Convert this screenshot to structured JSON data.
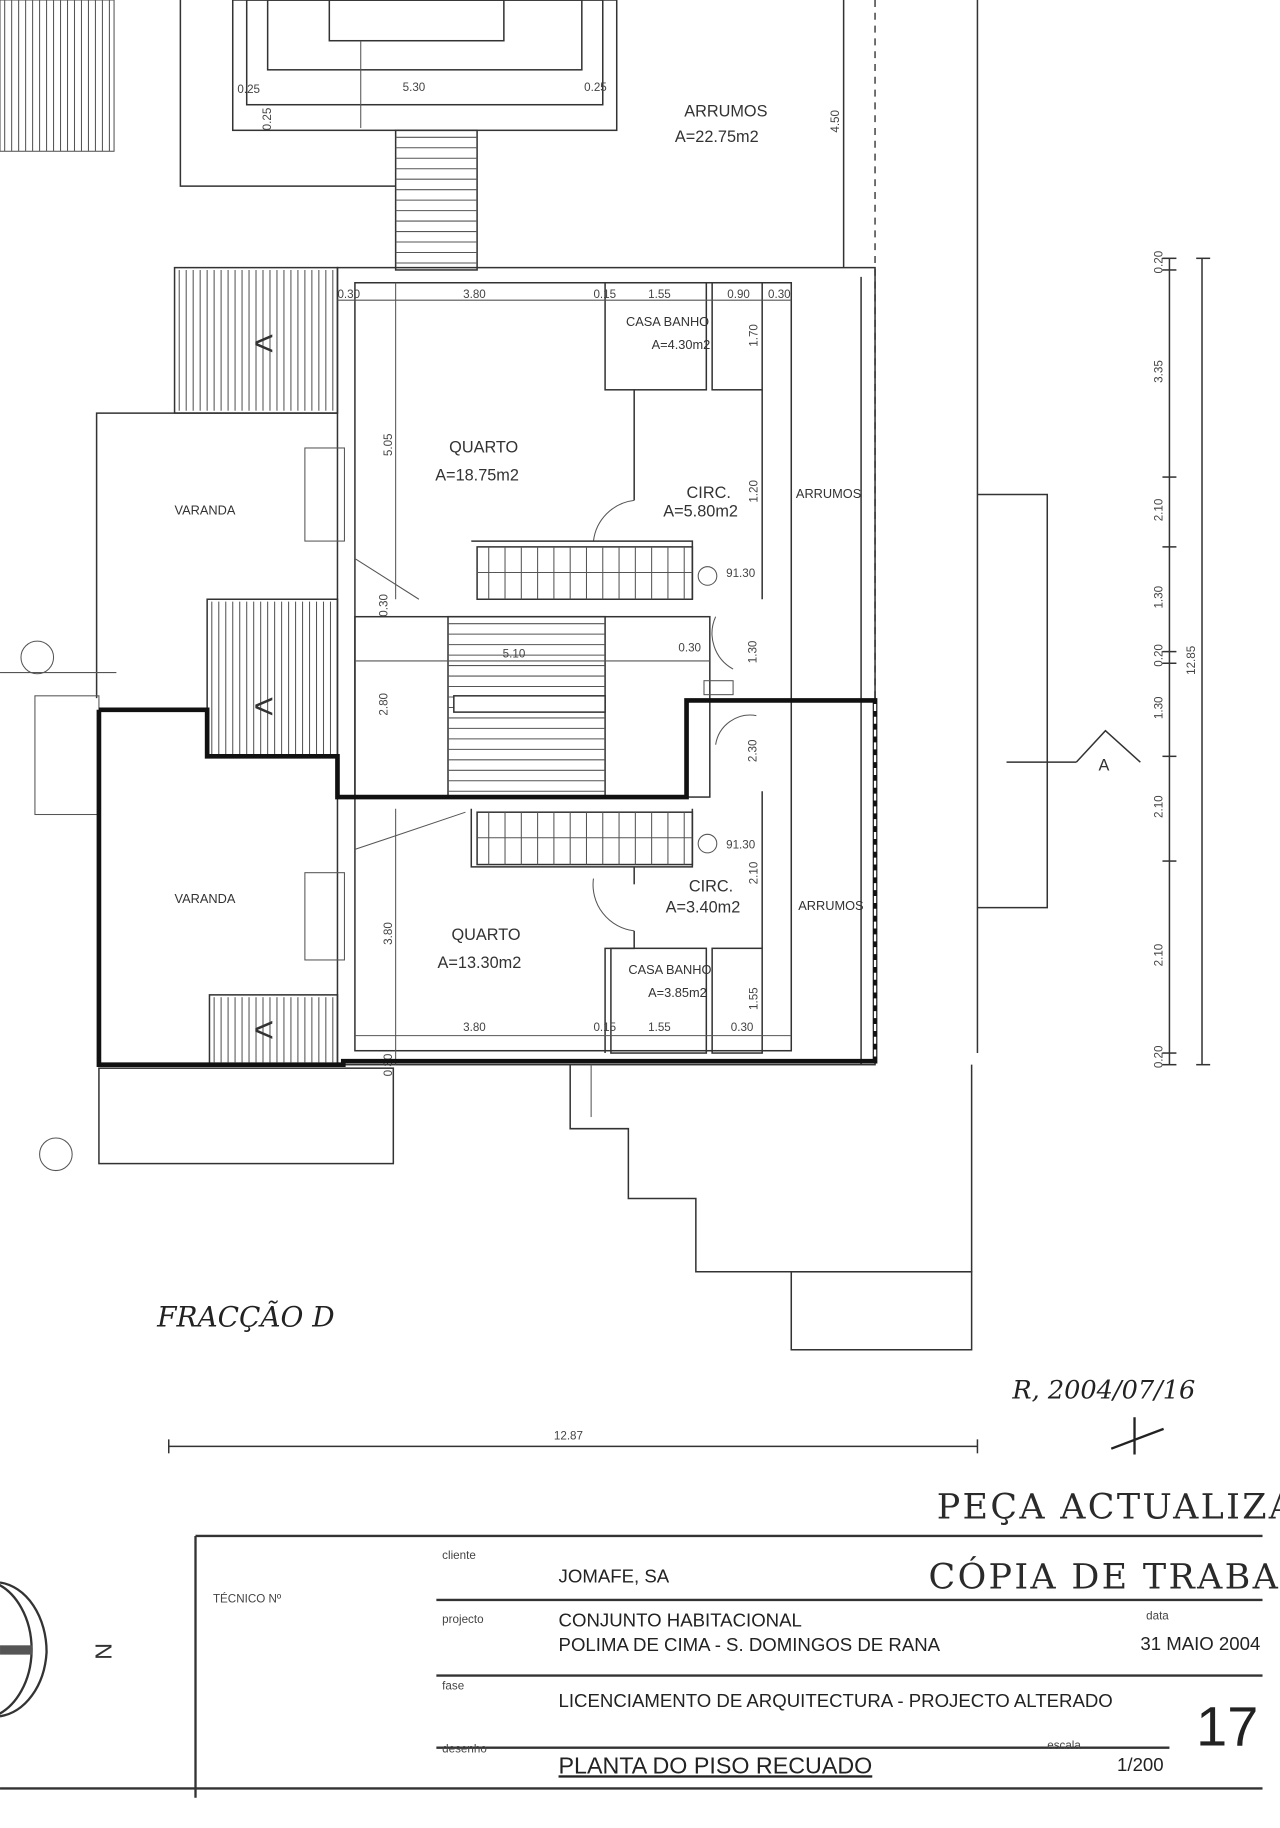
{
  "plan": {
    "rooms": {
      "arrumos_top": {
        "name": "ARRUMOS",
        "area": "A=22.75m2"
      },
      "quarto_1": {
        "name": "QUARTO",
        "area": "A=18.75m2"
      },
      "casa_banho_1": {
        "name": "CASA BANHO",
        "area": "A=4.30m2"
      },
      "circ_1": {
        "name": "CIRC.",
        "area": "A=5.80m2"
      },
      "arrumos_1": {
        "name": "ARRUMOS"
      },
      "varanda_1": {
        "name": "VARANDA"
      },
      "varanda_2": {
        "name": "VARANDA"
      },
      "quarto_2": {
        "name": "QUARTO",
        "area": "A=13.30m2"
      },
      "circ_2": {
        "name": "CIRC.",
        "area": "A=3.40m2"
      },
      "casa_banho_2": {
        "name": "CASA BANHO",
        "area": "A=3.85m2"
      },
      "arrumos_2": {
        "name": "ARRUMOS"
      }
    },
    "dims": {
      "top_left": "0.25",
      "top_mid": "5.30",
      "top_right": "0.25",
      "top_vert": "0.25",
      "arrumos_h": "4.50",
      "u1_a": "0.30",
      "u1_b": "3.80",
      "u1_c": "0.15",
      "u1_d": "1.55",
      "u1_e": "0.90",
      "u1_f": "0.30",
      "u1_h": "5.05",
      "u1_bath_h": "1.70",
      "u1_circ_h": "1.20",
      "u1_level": "91.30",
      "mid_w": "5.10",
      "mid_h": "2.80",
      "mid_a": "0.30",
      "mid_b": "0.30",
      "mid_c": "1.30",
      "mid_d": "2.30",
      "u2_h": "3.80",
      "u2_a": "3.80",
      "u2_b": "0.15",
      "u2_c": "1.55",
      "u2_d": "0.30",
      "u2_level": "91.30",
      "u2_circ_h": "2.10",
      "u2_bath_h": "1.55",
      "u2_bot": "0.30",
      "chain": [
        "0.20",
        "3.35",
        "2.10",
        "1.30",
        "0.20",
        "1.30",
        "2.10",
        "2.10",
        "0.20"
      ],
      "total_v": "12.85",
      "total_h": "12.87"
    },
    "section_marker": "A",
    "fraction_label": "FRACÇÃO D",
    "revision_note": "R, 2004/07/16"
  },
  "stamps": {
    "updated": "PEÇA ACTUALIZADA",
    "working_copy": "CÓPIA DE TRABALHO"
  },
  "title_block": {
    "tecnico_label": "TÉCNICO Nº",
    "cliente_label": "cliente",
    "cliente": "JOMAFE, SA",
    "projecto_label": "projecto",
    "projecto_line1": "CONJUNTO HABITACIONAL",
    "projecto_line2": "POLIMA DE CIMA - S. DOMINGOS DE RANA",
    "data_label": "data",
    "data": "31 MAIO 2004",
    "fase_label": "fase",
    "fase": "LICENCIAMENTO DE ARQUITECTURA - PROJECTO ALTERADO",
    "desenho_label": "desenho",
    "desenho": "PLANTA DO PISO RECUADO",
    "escala_label": "escala",
    "escala": "1/200",
    "sheet_number": "17"
  },
  "north_label": "N"
}
